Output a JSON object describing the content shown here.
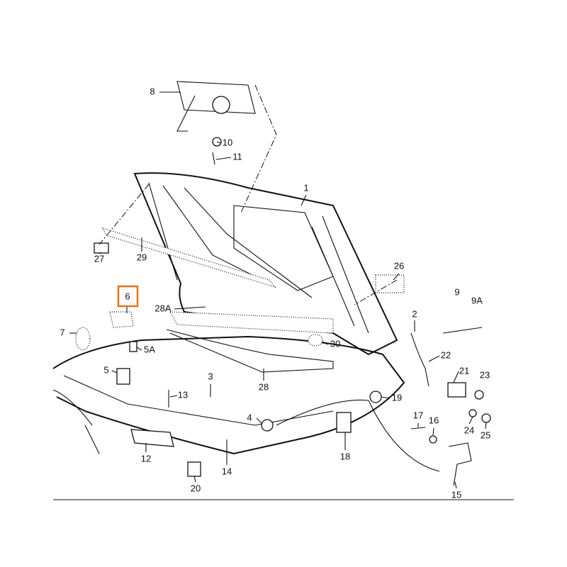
{
  "diagram": {
    "title": "Hood / bonnet parts exploded view",
    "highlight_color": "#e8731a",
    "highlighted_part": "6",
    "labels": [
      "8",
      "10",
      "11",
      "1",
      "29",
      "27",
      "26",
      "6",
      "28A",
      "9",
      "9A",
      "2",
      "7",
      "5A",
      "30",
      "22",
      "5",
      "3",
      "28",
      "21",
      "23",
      "13",
      "19",
      "4",
      "17",
      "16",
      "24",
      "25",
      "12",
      "14",
      "18",
      "20",
      "15"
    ]
  }
}
